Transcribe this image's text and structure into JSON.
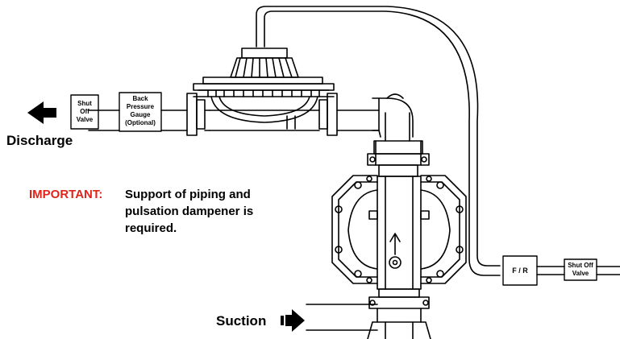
{
  "labels": {
    "discharge": "Discharge",
    "suction": "Suction",
    "important_label": "IMPORTANT:",
    "important_lines": [
      "Support of piping and",
      "pulsation dampener is",
      "required."
    ]
  },
  "left_boxes": {
    "shutoff": [
      "Shut",
      "Off",
      "Valve"
    ],
    "gauge": [
      "Back",
      "Pressure",
      "Gauge",
      "(Optional)"
    ]
  },
  "right_boxes": {
    "fr": "F / R",
    "shutoff": [
      "Shut Off",
      "Valve"
    ]
  },
  "colors": {
    "important": "#e2231a",
    "ink": "#000000"
  },
  "icons": {
    "discharge_arrow": "arrow-left-icon",
    "suction_arrow": "arrow-right-icon"
  }
}
